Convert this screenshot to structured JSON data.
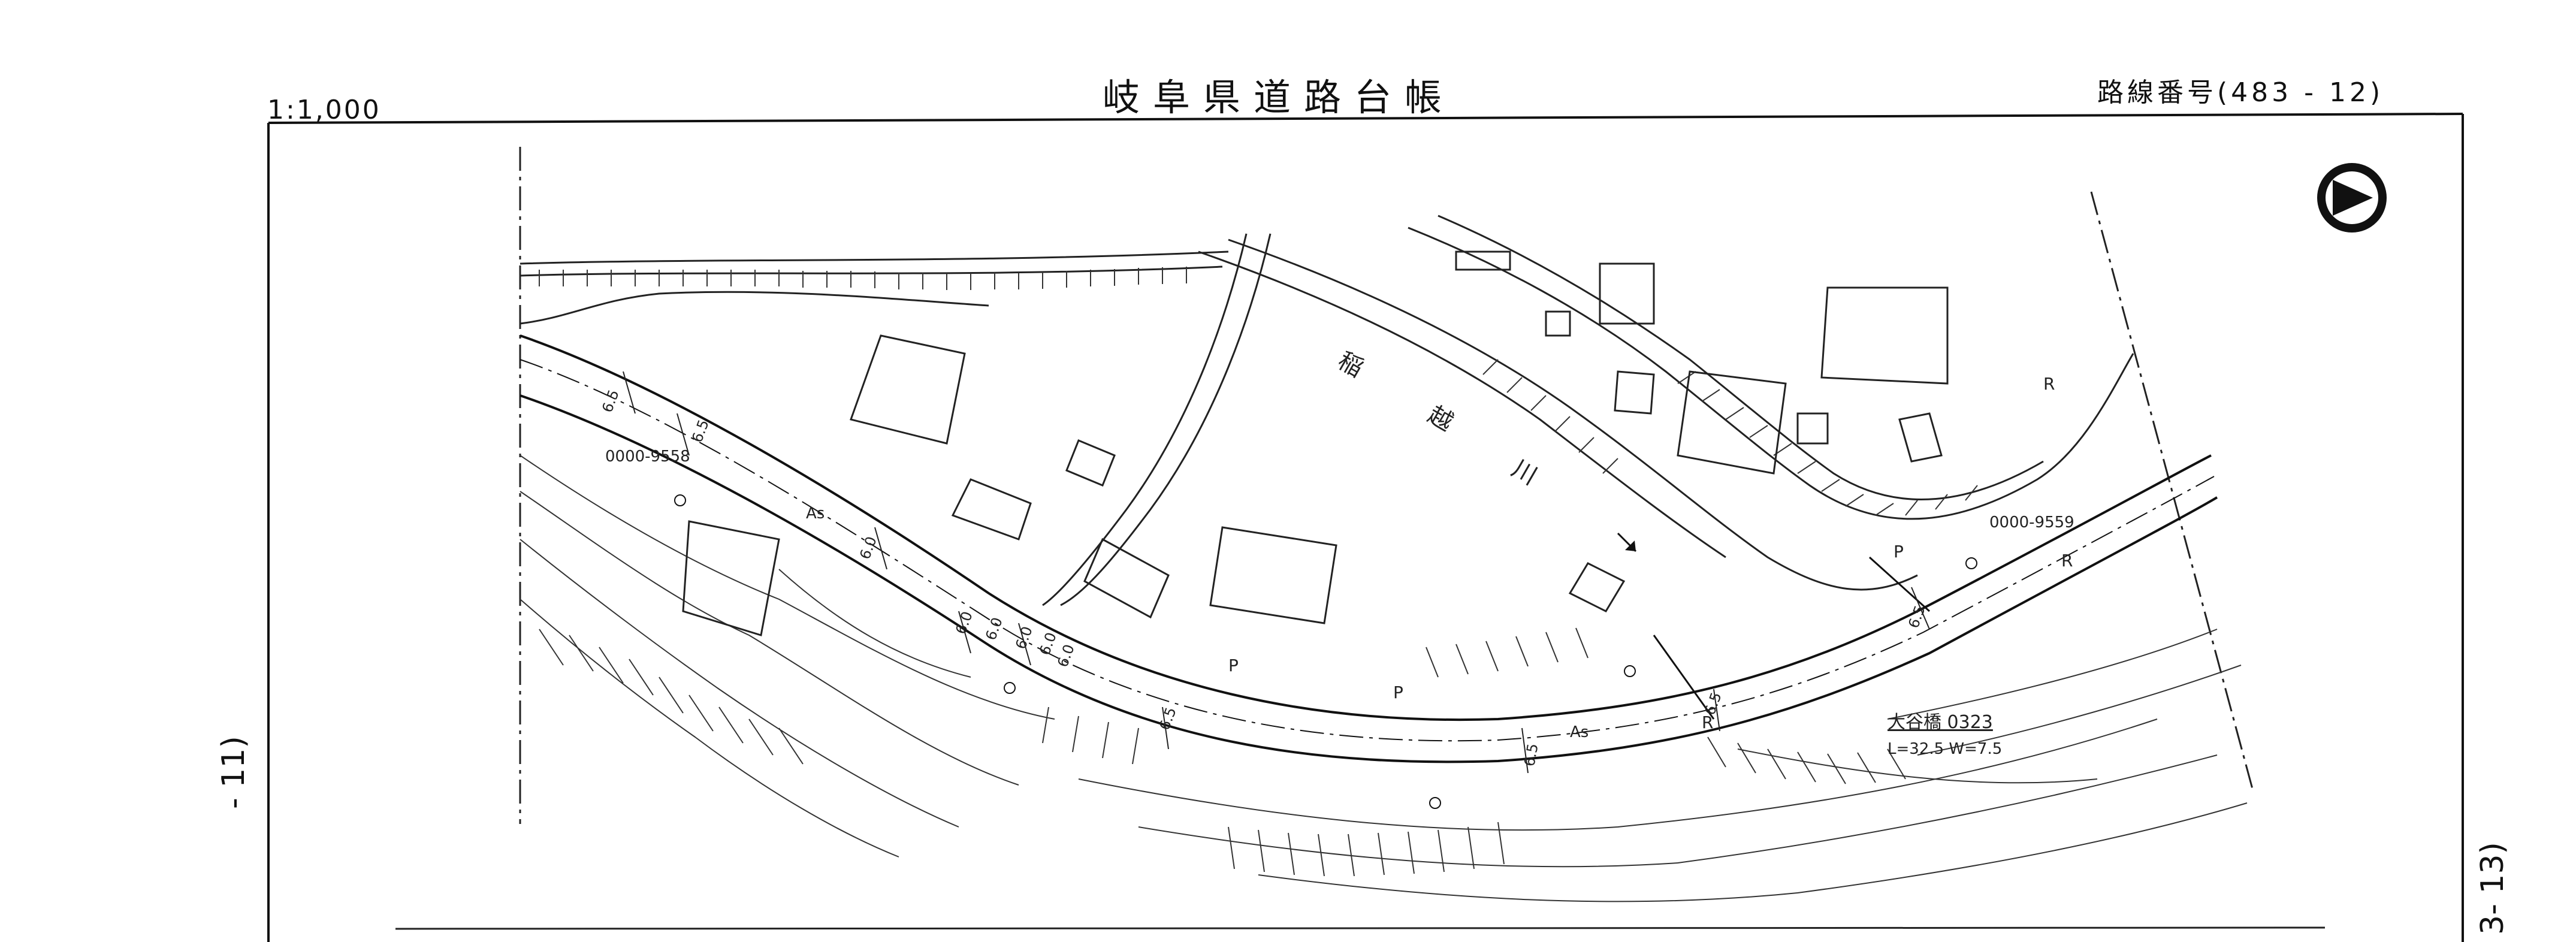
{
  "header": {
    "title": "岐阜県道路台帳",
    "scale": "1:1,000",
    "route_number": "路線番号(483 -  12)"
  },
  "side_labels": {
    "left": "- 11)",
    "right": "3- 13)"
  },
  "map": {
    "river_name": "稲越川",
    "stations": [
      "0000-9558",
      "0000-9559"
    ],
    "bridge": {
      "name": "大谷橋 0323",
      "spec": "L=32.5  W=7.5"
    },
    "widths": [
      "6.5",
      "6.5",
      "6.0",
      "6.0",
      "6.0",
      "6.0",
      "6.0",
      "6.0",
      "6.5",
      "6.5",
      "6.5",
      "6.5"
    ],
    "surface_labels": [
      "As",
      "As"
    ],
    "feature_labels": [
      "P",
      "P",
      "P",
      "R",
      "R",
      "R"
    ],
    "north_arrow": "north-arrow-icon"
  }
}
